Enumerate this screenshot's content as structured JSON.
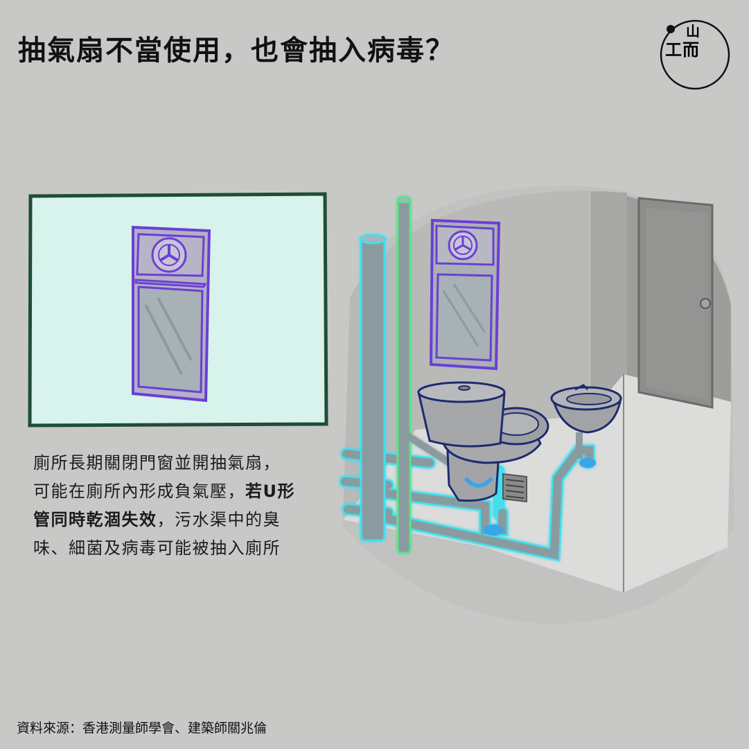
{
  "title": "抽氣扇不當使用，也會抽入病毒？",
  "logo": {
    "top_glyph": "山",
    "left_glyph": "工",
    "right_glyph": "而"
  },
  "body": {
    "line1": "廁所長期關閉門窗並開抽氣扇，",
    "line2_normal": "可能在廁所內形成負氣壓，",
    "line2_bold": "若U形",
    "line3_bold": "管同時乾涸失效",
    "line3_normal": "，污水渠中的臭",
    "line4": "味、細菌及病毒可能被抽入廁所"
  },
  "source": "資料來源：香港測量師學會、建築師關兆倫",
  "colors": {
    "background": "#c8c9c7",
    "window_frame": "#6a3fd4",
    "inset_panel": "#d8f2ec",
    "inset_border": "#1f4d35",
    "pipe_glow": "#3fe0ee",
    "vent_pipe_glow": "#5ee08c",
    "water": "#3aa6e6"
  },
  "icons": [
    "exhaust-fan-icon",
    "window-icon",
    "toilet-icon",
    "sink-icon",
    "floor-drain-icon",
    "door-icon"
  ]
}
